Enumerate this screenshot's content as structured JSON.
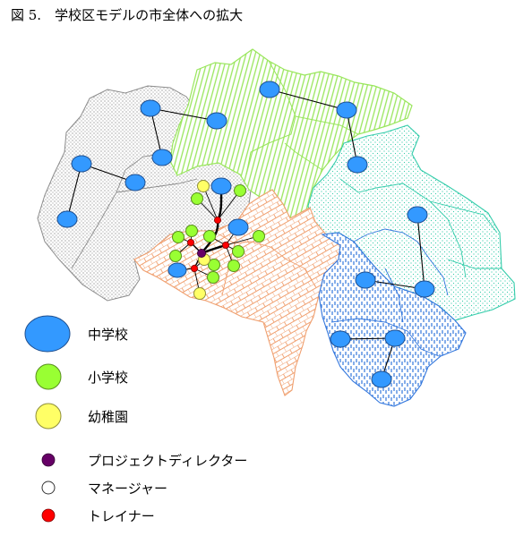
{
  "figure": {
    "title": "図 5.　学校区モデルの市全体への拡大"
  },
  "legend": {
    "items": [
      {
        "label": "中学校",
        "color": "#3399ff",
        "stroke": "#1f4f8f"
      },
      {
        "label": "小学校",
        "color": "#99ff33",
        "stroke": "#5a8f1f"
      },
      {
        "label": "幼稚園",
        "color": "#ffff66",
        "stroke": "#8f8f3a"
      },
      {
        "label": "プロジェクトディレクター",
        "color": "#660066",
        "stroke": "#330033"
      },
      {
        "label": "マネージャー",
        "color": "#ffffff",
        "stroke": "#333333"
      },
      {
        "label": "トレイナー",
        "color": "#ff0000",
        "stroke": "#800000"
      }
    ]
  },
  "colors": {
    "gray_region": "#8c8c8c",
    "green_region": "#99e65c",
    "teal_region": "#33ccaa",
    "orange_region": "#f0a070",
    "blue_region": "#3377dd"
  }
}
